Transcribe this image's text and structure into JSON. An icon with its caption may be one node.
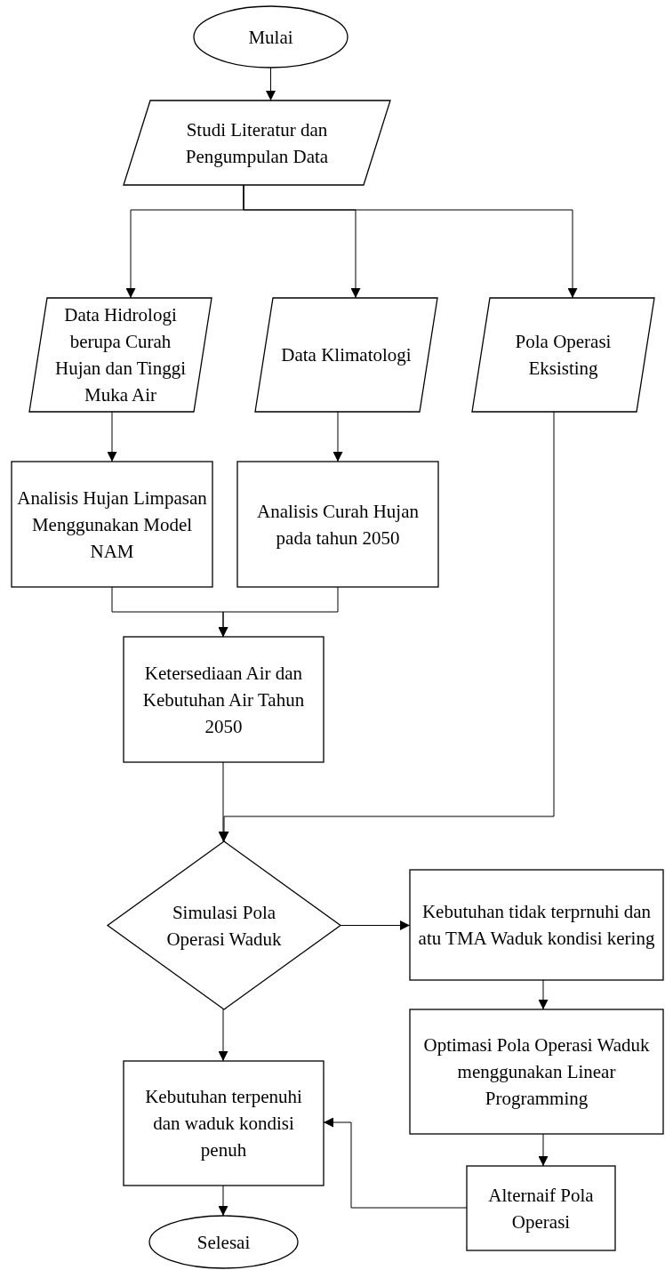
{
  "diagram": {
    "nodes": [
      {
        "text": [
          "Mulai"
        ]
      },
      {
        "text": [
          "Studi Literatur dan Pengumpulan Data"
        ]
      },
      {
        "text": [
          "Data Hidrologi berupa Curah Hujan dan Tinggi Muka Air"
        ]
      },
      {
        "text": [
          "Data Klimatologi"
        ]
      },
      {
        "text": [
          "Pola Operasi Eksisting"
        ]
      },
      {
        "text": [
          "Analisis Hujan Limpasan Menggunakan Model NAM"
        ]
      },
      {
        "text": [
          "Analisis Curah Hujan pada tahun 2050"
        ]
      },
      {
        "text": [
          "Ketersediaan Air dan Kebutuhan Air Tahun 2050"
        ]
      },
      {
        "text": [
          "Simulasi Pola Operasi Waduk"
        ]
      },
      {
        "text": [
          "Kebutuhan tidak terprnuhi dan atu TMA Waduk kondisi kering"
        ]
      },
      {
        "text": [
          "Optimasi Pola Operasi Waduk menggunakan Linear Programming"
        ]
      },
      {
        "text": [
          "Kebutuhan terpenuhi dan waduk kondisi penuh"
        ]
      },
      {
        "text": [
          "Alternaif Pola Operasi"
        ]
      },
      {
        "text": [
          "Selesai"
        ]
      }
    ],
    "edges": [
      {
        "from": 0,
        "to": 1,
        "arrow": "to"
      },
      {
        "from": 1,
        "to": 2,
        "arrow": "to"
      },
      {
        "from": 1,
        "to": 3,
        "arrow": "to"
      },
      {
        "from": 1,
        "to": 4,
        "arrow": "to"
      },
      {
        "from": 2,
        "to": 5,
        "arrow": "to"
      },
      {
        "from": 3,
        "to": 6,
        "arrow": "to"
      },
      {
        "from": 5,
        "to": 7,
        "arrow": "to"
      },
      {
        "from": 6,
        "to": 7,
        "arrow": "to"
      },
      {
        "from": 7,
        "to": 8,
        "arrow": "to"
      },
      {
        "from": 4,
        "to": 8,
        "arrow": "to"
      },
      {
        "from": 8,
        "to": 9,
        "arrow": "to"
      },
      {
        "from": 9,
        "to": 10,
        "arrow": "to"
      },
      {
        "from": 8,
        "to": 11,
        "arrow": "to"
      },
      {
        "from": 10,
        "to": 12,
        "arrow": "to"
      },
      {
        "from": 12,
        "to": 11,
        "arrow": "to"
      },
      {
        "from": 11,
        "to": 13,
        "arrow": "to"
      }
    ]
  }
}
